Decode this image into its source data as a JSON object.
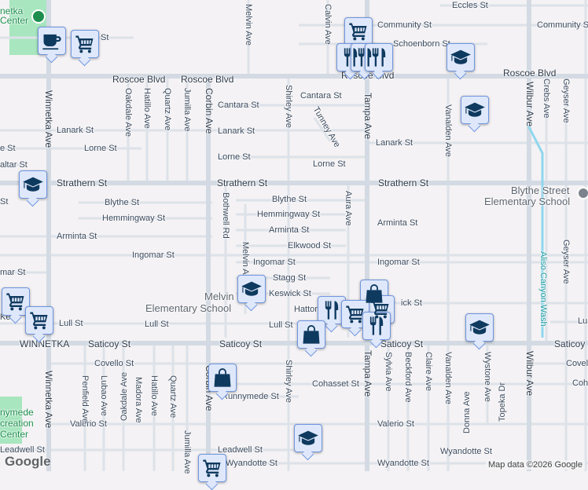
{
  "map": {
    "colors": {
      "background": "#f4f2f4",
      "major_road": "#d7dde5",
      "minor_road": "#dde2e9",
      "park": "#a8e6bf",
      "wash": "#8fd6ee",
      "pin_fill": "#dfe8fb",
      "pin_border": "#6f95e0",
      "icon": "#0f3a5f"
    },
    "places": {
      "winnetka_center": "netka\nCenter",
      "melvin_school_1": "Melvin",
      "melvin_school_2": "Elementary School",
      "blythe_school_1": "Blythe Street",
      "blythe_school_2": "Elementary School",
      "runnymede_1": "nymede",
      "runnymede_2": "creation",
      "runnymede_3": "Center"
    },
    "streets": {
      "st_partial": "St",
      "community1": "Community St",
      "community2": "Community St",
      "schoenborn": "Schoenborn St",
      "eccles": "Eccles St",
      "roscoe1": "Roscoe Blvd",
      "roscoe2": "Roscoe Blvd",
      "roscoe3": "Roscoe Blvd",
      "roscoe4": "Roscoe Blvd",
      "cantara1": "Cantara St",
      "cantara2": "Cantara St",
      "lanark1": "Lanark St",
      "lanark2": "Lanark St",
      "lanark3": "Lanark St",
      "lorne0": "e St",
      "lorne1": "Lorne St",
      "lorne2": "Lorne St",
      "lorne3": "Lorne St",
      "altar": "altar St",
      "strathern1": "Strathern St",
      "strathern2": "Strathern St",
      "strathern3": "Strathern St",
      "st_left": "St",
      "blythe1": "Blythe St",
      "blythe2": "Blythe St",
      "hemming1": "Hemmingway St",
      "hemming2": "Hemmingway St",
      "arminta1": "Arminta St",
      "arminta2": "Arminta St",
      "arminta3": "Arminta St",
      "elkwood": "Elkwood St",
      "ingomar0": "mar St",
      "ingomar1": "Ingomar St",
      "ingomar2": "Ingomar St",
      "ingomar3": "Ingomar St",
      "stagg": "Stagg St",
      "keswick1": "Keswick St",
      "keswick2": "ick St",
      "hatton": "Hatton",
      "lull1": "Lull St",
      "lull2": "Lull St",
      "lull3": "Lull St",
      "lull4": "Lu",
      "ke": "Ke",
      "winnetka_caps": "WINNETKA",
      "saticoy1": "Saticoy St",
      "saticoy2": "Saticoy St",
      "saticoy3": "Saticoy St",
      "saticoy4": "Saticoy St",
      "covello1": "Covello St",
      "covello2": "Covel",
      "cohasset1": "Cohasset St",
      "cohasset2": "Coha",
      "runnymede": "Runnymede St",
      "valerio1": "Valerio St",
      "valerio2": "Valerio St",
      "leadwell1": "Leadwell St",
      "leadwell2": "Leadwell St",
      "wyandotte1": "Wyandotte St",
      "wyandotte2": "Wyandotte St",
      "wyandotte3": "Wyandotte St",
      "winnetka_ave1": "Winnetka Ave",
      "winnetka_ave2": "Winnetka Ave",
      "oakdale": "Oakdale Ave",
      "hatillo1": "Hatillo Ave",
      "quartz1": "Quartz Ave",
      "jumilla1": "Jumilla Ave",
      "corbin1": "Corbin Ave",
      "corbin2": "Corbin Ave",
      "melvin1": "Melvin Ave",
      "melvin2": "Melvin A",
      "shirley1": "Shirley Ave",
      "shirley2": "Shirley Ave",
      "calvin": "Calvin Ave",
      "tunney": "Tunney Ave",
      "tampa1": "Tampa Ave",
      "tampa2": "Tampa Ave",
      "aura": "Aura Ave",
      "bothwell": "Bothwell Rd",
      "vanalden1": "Vanalden Ave",
      "vanalden2": "Vanalden Ave",
      "crebs": "Crebs Ave",
      "geyser1": "Geyser Ave",
      "geyser2": "Geyser Ave",
      "wilbur1": "Wilbur Ave",
      "wilbur2": "Wilbur Ave",
      "aliso": "Aliso Canyon Wash",
      "penfield": "Penfield Ave",
      "lubao": "Lubao Ave",
      "okeydo": "Oakdale Ave",
      "madora": "Madora Ave",
      "hatillo2": "Hatillo Ave",
      "quartz2": "Quartz Ave",
      "jumilla2": "Jumilla Ave",
      "sylvia": "Sylvia Ave",
      "beckford": "Beckford Ave",
      "claire": "Claire Ave",
      "donna": "Donna Ave",
      "wystone": "Wystone Ave",
      "topeka": "Topeka Dr"
    },
    "markers": [
      "coffee",
      "shopping-cart",
      "graduation-cap",
      "shopping-cart",
      "restaurant",
      "restaurant",
      "restaurant",
      "graduation-cap",
      "graduation-cap",
      "graduation-cap",
      "shopping-cart",
      "shopping-cart",
      "restaurant",
      "shopping-cart",
      "restaurant",
      "shopping-bag",
      "shopping-bag",
      "graduation-cap",
      "shopping-bag",
      "graduation-cap",
      "shopping-cart"
    ],
    "logo": "Google",
    "attribution": "Map data ©2026 Google"
  }
}
